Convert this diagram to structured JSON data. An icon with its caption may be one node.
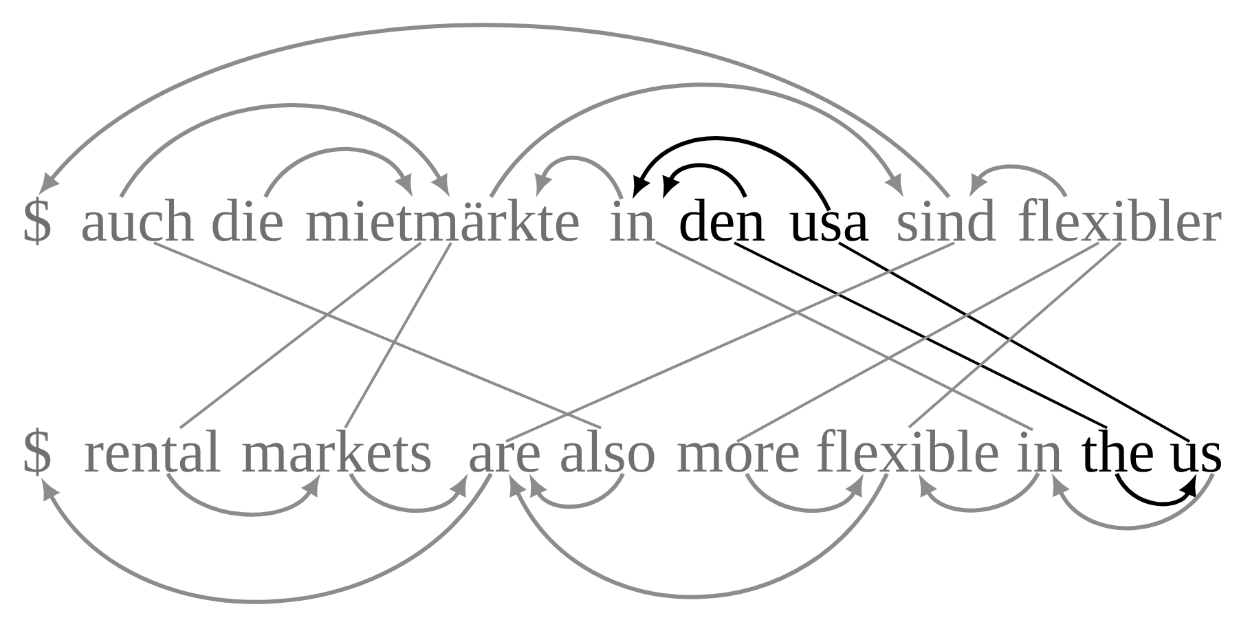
{
  "diagram": {
    "nodes": [
      {
        "text": [
          "$"
        ]
      },
      {
        "text": [
          "auch"
        ]
      },
      {
        "text": [
          "die"
        ]
      },
      {
        "text": [
          "mietmärkte"
        ]
      },
      {
        "text": [
          "in"
        ]
      },
      {
        "text": [
          "den"
        ]
      },
      {
        "text": [
          "usa"
        ]
      },
      {
        "text": [
          "sind"
        ]
      },
      {
        "text": [
          "flexibler"
        ]
      },
      {
        "text": [
          "$"
        ]
      },
      {
        "text": [
          "rental"
        ]
      },
      {
        "text": [
          "markets"
        ]
      },
      {
        "text": [
          "are"
        ]
      },
      {
        "text": [
          "also"
        ]
      },
      {
        "text": [
          "more"
        ]
      },
      {
        "text": [
          "flexible"
        ]
      },
      {
        "text": [
          "in"
        ]
      },
      {
        "text": [
          "the"
        ]
      },
      {
        "text": [
          "us"
        ]
      }
    ],
    "edges": [
      {
        "from": 7,
        "to": 0,
        "arrow": "to"
      },
      {
        "from": 1,
        "to": 3,
        "arrow": "to"
      },
      {
        "from": 2,
        "to": 3,
        "arrow": "to"
      },
      {
        "from": 3,
        "to": 7,
        "arrow": "to"
      },
      {
        "from": 4,
        "to": 3,
        "arrow": "to"
      },
      {
        "from": 5,
        "to": 4,
        "arrow": "to",
        "color": "#000000"
      },
      {
        "from": 6,
        "to": 4,
        "arrow": "to",
        "color": "#000000"
      },
      {
        "from": 8,
        "to": 7,
        "arrow": "to"
      },
      {
        "from": 10,
        "to": 11,
        "arrow": "to"
      },
      {
        "from": 11,
        "to": 12,
        "arrow": "to"
      },
      {
        "from": 12,
        "to": 9,
        "arrow": "to"
      },
      {
        "from": 13,
        "to": 12,
        "arrow": "to"
      },
      {
        "from": 15,
        "to": 12,
        "arrow": "to"
      },
      {
        "from": 14,
        "to": 15,
        "arrow": "to"
      },
      {
        "from": 16,
        "to": 15,
        "arrow": "to"
      },
      {
        "from": 17,
        "to": 18,
        "arrow": "to",
        "color": "#000000"
      },
      {
        "from": 18,
        "to": 16,
        "arrow": "to"
      },
      {
        "from": 1,
        "to": 13,
        "arrow": "none"
      },
      {
        "from": 3,
        "to": 10,
        "arrow": "none"
      },
      {
        "from": 3,
        "to": 11,
        "arrow": "none"
      },
      {
        "from": 4,
        "to": 16,
        "arrow": "none"
      },
      {
        "from": 5,
        "to": 17,
        "arrow": "none",
        "color": "#000000"
      },
      {
        "from": 6,
        "to": 18,
        "arrow": "none",
        "color": "#000000"
      },
      {
        "from": 7,
        "to": 12,
        "arrow": "none"
      },
      {
        "from": 8,
        "to": 14,
        "arrow": "none"
      },
      {
        "from": 8,
        "to": 15,
        "arrow": "none"
      }
    ]
  }
}
